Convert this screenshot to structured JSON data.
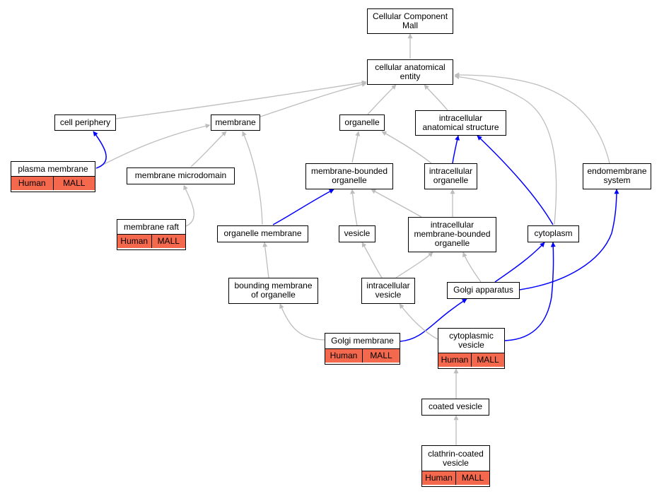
{
  "diagram": {
    "colors": {
      "is_a_edge": "#bdbdbd",
      "part_of_edge": "#0000ff",
      "annotation_tag": "#f4694d"
    },
    "nodes": {
      "cc_mall": {
        "label": "Cellular Component\nMall"
      },
      "cae": {
        "label": "cellular anatomical\nentity"
      },
      "cell_periphery": {
        "label": "cell periphery"
      },
      "membrane": {
        "label": "membrane"
      },
      "organelle": {
        "label": "organelle"
      },
      "ias": {
        "label": "intracellular\nanatomical structure"
      },
      "plasma_membrane": {
        "label": "plasma membrane",
        "tags": [
          "Human",
          "MALL"
        ]
      },
      "membrane_microdomain": {
        "label": "membrane microdomain"
      },
      "mbo": {
        "label": "membrane-bounded\norganelle"
      },
      "intracellular_organelle": {
        "label": "intracellular\norganelle"
      },
      "endomembrane": {
        "label": "endomembrane\nsystem"
      },
      "membrane_raft": {
        "label": "membrane raft",
        "tags": [
          "Human",
          "MALL"
        ]
      },
      "organelle_membrane": {
        "label": "organelle membrane"
      },
      "vesicle": {
        "label": "vesicle"
      },
      "imbo": {
        "label": "intracellular\nmembrane-bounded\norganelle"
      },
      "cytoplasm": {
        "label": "cytoplasm"
      },
      "bounding_membrane": {
        "label": "bounding membrane\nof organelle"
      },
      "intracellular_vesicle": {
        "label": "intracellular\nvesicle"
      },
      "golgi_apparatus": {
        "label": "Golgi apparatus"
      },
      "golgi_membrane": {
        "label": "Golgi membrane",
        "tags": [
          "Human",
          "MALL"
        ]
      },
      "cytoplasmic_vesicle": {
        "label": "cytoplasmic\nvesicle",
        "tags": [
          "Human",
          "MALL"
        ]
      },
      "coated_vesicle": {
        "label": "coated vesicle"
      },
      "clathrin_coated_vesicle": {
        "label": "clathrin-coated\nvesicle",
        "tags": [
          "Human",
          "MALL"
        ]
      }
    },
    "edges": [
      {
        "from": "cae",
        "to": "cc_mall",
        "type": "is_a"
      },
      {
        "from": "cell_periphery",
        "to": "cae",
        "type": "is_a"
      },
      {
        "from": "membrane",
        "to": "cae",
        "type": "is_a"
      },
      {
        "from": "organelle",
        "to": "cae",
        "type": "is_a"
      },
      {
        "from": "ias",
        "to": "cae",
        "type": "is_a"
      },
      {
        "from": "endomembrane",
        "to": "cae",
        "type": "is_a"
      },
      {
        "from": "cytoplasm",
        "to": "cae",
        "type": "is_a"
      },
      {
        "from": "plasma_membrane",
        "to": "membrane",
        "type": "is_a"
      },
      {
        "from": "plasma_membrane",
        "to": "cell_periphery",
        "type": "part_of"
      },
      {
        "from": "membrane_microdomain",
        "to": "membrane",
        "type": "is_a"
      },
      {
        "from": "membrane_raft",
        "to": "membrane_microdomain",
        "type": "is_a"
      },
      {
        "from": "organelle_membrane",
        "to": "membrane",
        "type": "is_a"
      },
      {
        "from": "organelle_membrane",
        "to": "mbo",
        "type": "part_of"
      },
      {
        "from": "mbo",
        "to": "organelle",
        "type": "is_a"
      },
      {
        "from": "intracellular_organelle",
        "to": "organelle",
        "type": "is_a"
      },
      {
        "from": "intracellular_organelle",
        "to": "ias",
        "type": "part_of"
      },
      {
        "from": "cytoplasm",
        "to": "ias",
        "type": "part_of"
      },
      {
        "from": "vesicle",
        "to": "mbo",
        "type": "is_a"
      },
      {
        "from": "imbo",
        "to": "mbo",
        "type": "is_a"
      },
      {
        "from": "imbo",
        "to": "intracellular_organelle",
        "type": "is_a"
      },
      {
        "from": "bounding_membrane",
        "to": "organelle_membrane",
        "type": "is_a"
      },
      {
        "from": "intracellular_vesicle",
        "to": "vesicle",
        "type": "is_a"
      },
      {
        "from": "intracellular_vesicle",
        "to": "imbo",
        "type": "is_a"
      },
      {
        "from": "golgi_apparatus",
        "to": "imbo",
        "type": "is_a"
      },
      {
        "from": "golgi_apparatus",
        "to": "cytoplasm",
        "type": "part_of"
      },
      {
        "from": "golgi_apparatus",
        "to": "endomembrane",
        "type": "part_of"
      },
      {
        "from": "golgi_membrane",
        "to": "bounding_membrane",
        "type": "is_a"
      },
      {
        "from": "golgi_membrane",
        "to": "golgi_apparatus",
        "type": "part_of"
      },
      {
        "from": "cytoplasmic_vesicle",
        "to": "intracellular_vesicle",
        "type": "is_a"
      },
      {
        "from": "cytoplasmic_vesicle",
        "to": "cytoplasm",
        "type": "part_of"
      },
      {
        "from": "coated_vesicle",
        "to": "cytoplasmic_vesicle",
        "type": "is_a"
      },
      {
        "from": "clathrin_coated_vesicle",
        "to": "coated_vesicle",
        "type": "is_a"
      }
    ]
  }
}
